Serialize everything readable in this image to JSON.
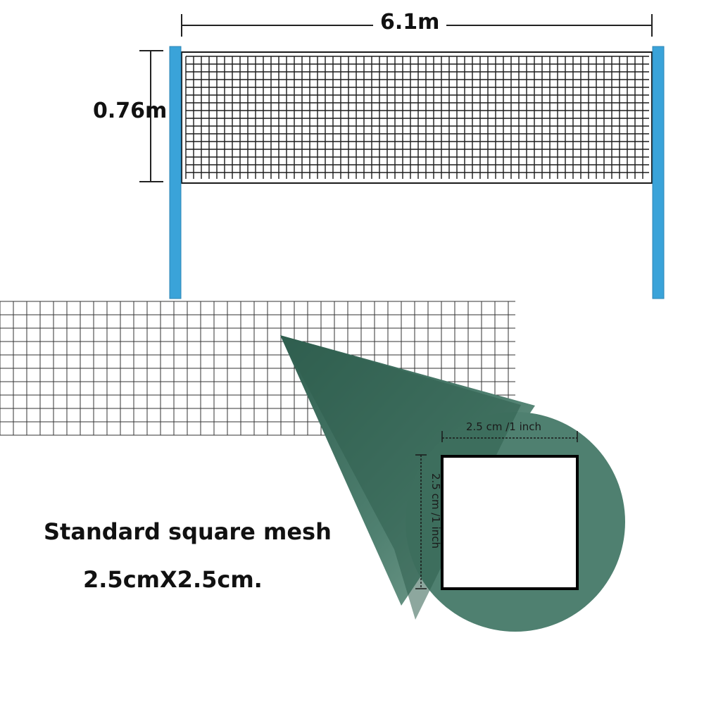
{
  "dimensions": {
    "net_width": "6.1m",
    "net_height": "0.76m"
  },
  "mesh": {
    "width_label": "2.5 cm /1 inch",
    "height_label": "2.5 cm /1 inch"
  },
  "caption": {
    "line1": "Standard square mesh",
    "line2": "2.5cmX2.5cm."
  },
  "colors": {
    "pole": "#3aa3d9",
    "net_line": "#1a1a1a",
    "magnifier": "#4f8070",
    "magnifier_dark": "#2f5e4f"
  }
}
